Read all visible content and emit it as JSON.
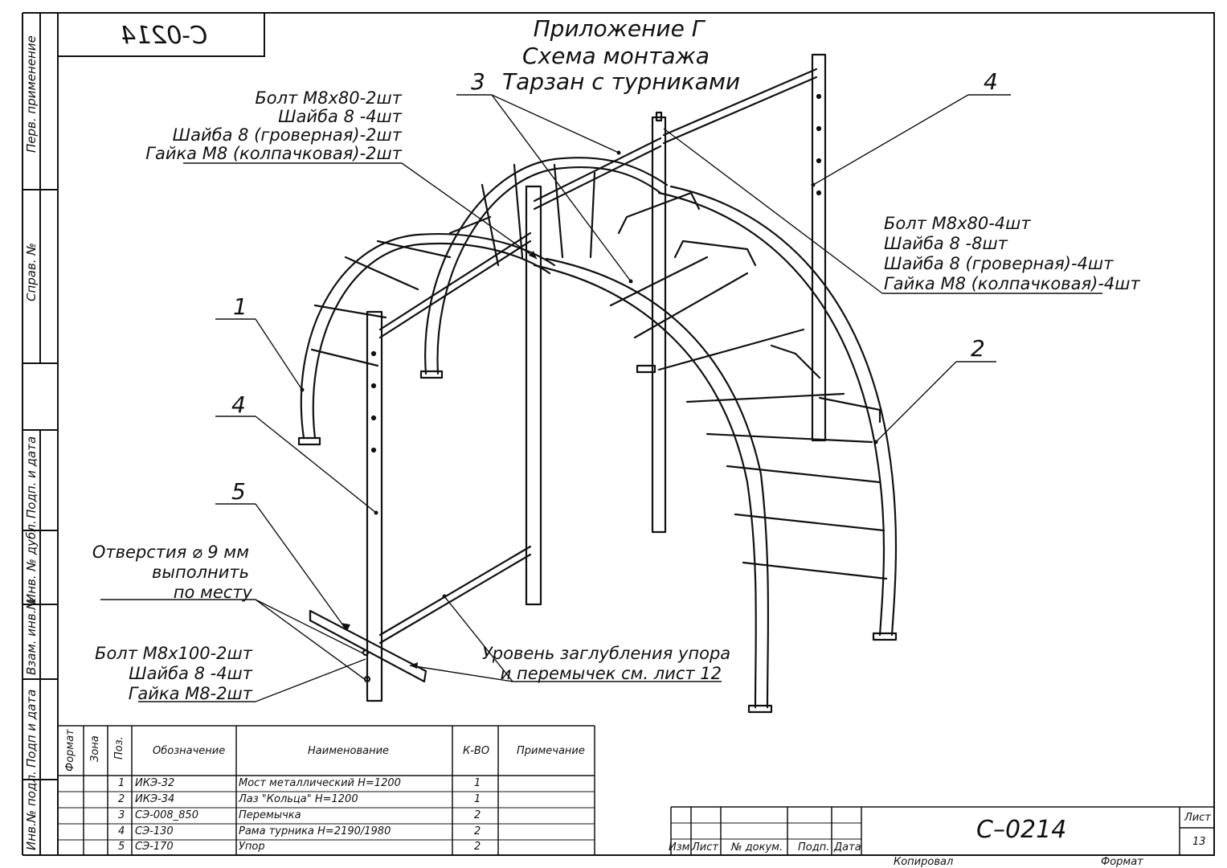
{
  "drawing": {
    "code_top": "С-0214",
    "code_main": "С–0214",
    "title": [
      "Приложение Г",
      "Схема монтажа",
      "Тарзан с турниками"
    ],
    "callout_3": "3",
    "callout_1": "1",
    "callout_2": "2",
    "callout_4a": "4",
    "callout_4b": "4",
    "callout_5": "5"
  },
  "notes": {
    "bolts_left": [
      "Болт М8х80-2шт",
      "Шайба 8 -4шт",
      "Шайба 8 (гроверная)-2шт",
      "Гайка М8 (колпачковая)-2шт"
    ],
    "bolts_right": [
      "Болт М8х80-4шт",
      "Шайба 8 -8шт",
      "Шайба 8 (гроверная)-4шт",
      "Гайка М8 (колпачковая)-4шт"
    ],
    "holes": [
      "Отверстия ⌀ 9 мм",
      "выполнить",
      "по месту"
    ],
    "bolts_bottom": [
      "Болт М8х100-2шт",
      "Шайба 8 -4шт",
      "Гайка М8-2шт"
    ],
    "depth": [
      "Уровень заглубления упора",
      "и перемычек см. лист 12"
    ]
  },
  "side_labels": [
    "Перв. применение",
    "Справ. №",
    "Подп. и дата",
    "Инв. № дубл.",
    "Взам. инв.№",
    "Подп и дата",
    "Инв.№ подл."
  ],
  "spec_table": {
    "headers": {
      "format": "Формат",
      "zone": "Зона",
      "pos": "Поз.",
      "designation": "Обозначение",
      "name": "Наименование",
      "qty": "К-ВО",
      "note": "Примечание"
    },
    "rows": [
      {
        "pos": "1",
        "designation": "ИКЭ-32",
        "name": "Мост металлический Н=1200",
        "qty": "1"
      },
      {
        "pos": "2",
        "designation": "ИКЭ-34",
        "name": "Лаз \"Кольца\" Н=1200",
        "qty": "1"
      },
      {
        "pos": "3",
        "designation": "СЭ-008_850",
        "name": "Перемычка",
        "qty": "2"
      },
      {
        "pos": "4",
        "designation": "СЭ-130",
        "name": "Рама турника Н=2190/1980",
        "qty": "2"
      },
      {
        "pos": "5",
        "designation": "СЭ-170",
        "name": "Упор",
        "qty": "2"
      }
    ]
  },
  "title_block": {
    "cols": [
      "Изм.",
      "Лист",
      "№ докум.",
      "Подп.",
      "Дата"
    ],
    "sheet_label": "Лист",
    "sheet_number": "13",
    "copied": "Копировал",
    "format": "Формат"
  }
}
